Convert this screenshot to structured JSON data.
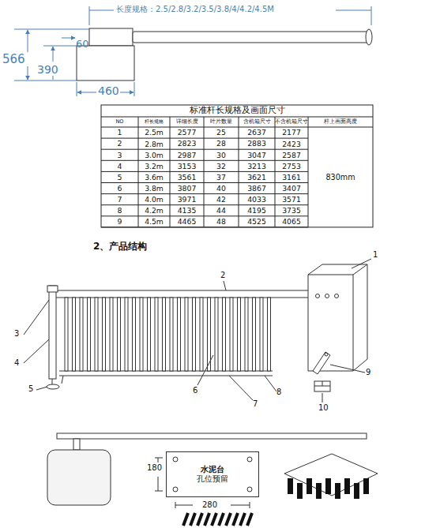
{
  "diagram": {
    "nodes": [
      {
        "text": [
          "水泥台",
          "孔位预留"
        ]
      }
    ],
    "labels": [
      "长度规格：2.5/2.8/3.2/3.5/3.8/4/4.2/4.5M",
      "566",
      "390",
      "60",
      "460",
      "标准杆长规格及画面尺寸",
      "NO",
      "杆长规格",
      "详细长度",
      "叶片数量",
      "含机箱尺寸",
      "不含机箱尺寸",
      "杆上画面高度",
      "1",
      "2.5m",
      "2577",
      "25",
      "2637",
      "2177",
      "2",
      "2.8m",
      "2823",
      "28",
      "2883",
      "2423",
      "3",
      "3.0m",
      "2987",
      "30",
      "3047",
      "2587",
      "4",
      "3.2m",
      "3153",
      "32",
      "3213",
      "2753",
      "5",
      "3.6m",
      "3561",
      "37",
      "3621",
      "3161",
      "6",
      "3.8m",
      "3807",
      "40",
      "3867",
      "3407",
      "7",
      "4.0m",
      "3971",
      "42",
      "4033",
      "3571",
      "8",
      "4.2m",
      "4135",
      "44",
      "4195",
      "3735",
      "9",
      "4.5m",
      "4465",
      "48",
      "4525",
      "4065",
      "830mm",
      "2、产品结构",
      "1",
      "2",
      "3",
      "4",
      "5",
      "6",
      "7",
      "8",
      "9",
      "10",
      "180",
      "280"
    ]
  }
}
